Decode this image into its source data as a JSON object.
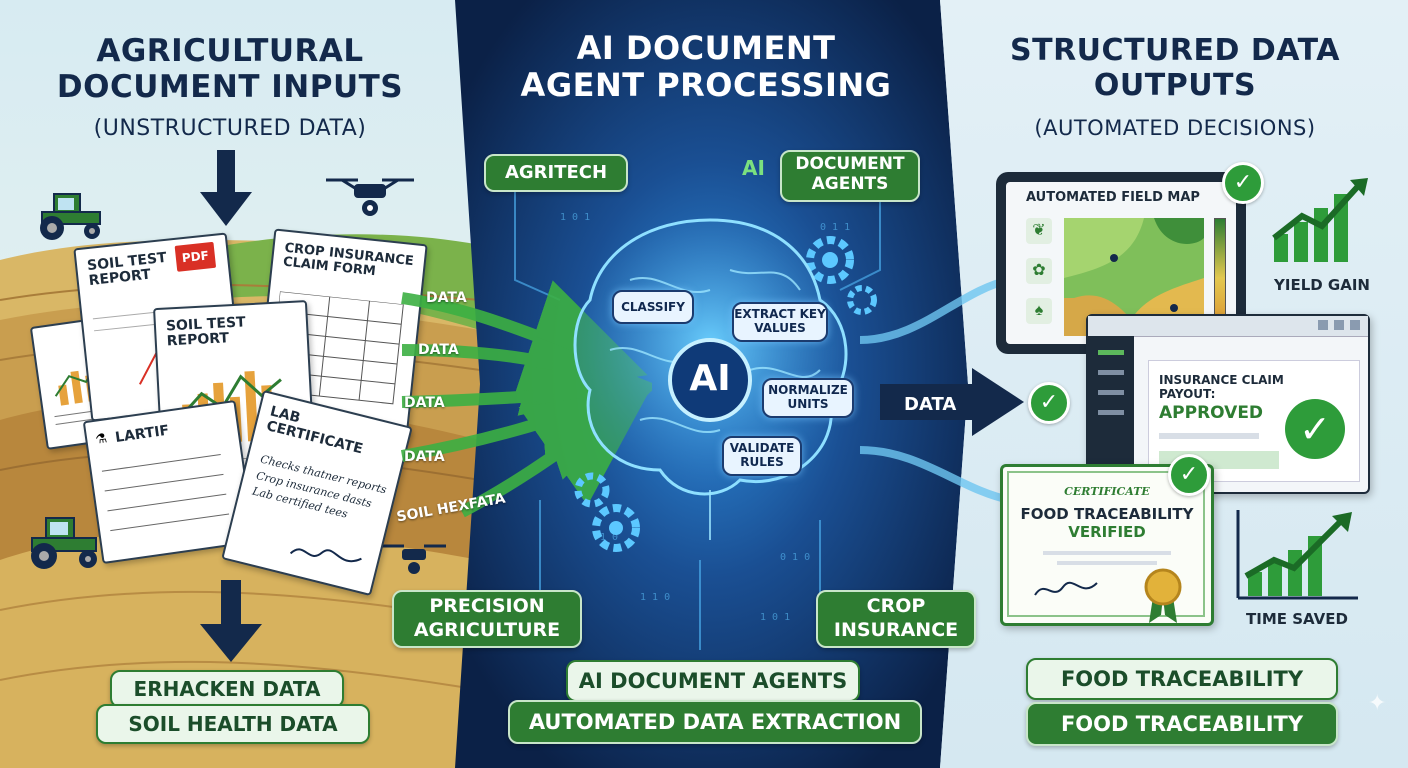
{
  "left": {
    "title_line1": "AGRICULTURAL",
    "title_line2": "DOCUMENT INPUTS",
    "subtitle": "(UNSTRUCTURED DATA)",
    "docs": {
      "soil_report_1": "SOIL TEST REPORT",
      "pdf_badge": "PDF",
      "soil_report_2": "SOIL TEST REPORT",
      "crop_claim": "CROP INSURANCE CLAIM FORM",
      "lab_certificate": "LAB CERTIFICATE",
      "lab_side": "LARTIF",
      "cert_note_1": "Checks thatner reports",
      "cert_note_2": "Crop insurance dasts",
      "cert_note_3": "Lab certified tees"
    },
    "data_tags": [
      "DATA",
      "DATA",
      "DATA",
      "DATA",
      "SOIL HEXFATA"
    ],
    "bottom_pills": [
      "ERHACKEN DATA",
      "SOIL HEALTH DATA"
    ]
  },
  "middle": {
    "title_line1": "AI DOCUMENT",
    "title_line2": "AGENT PROCESSING",
    "tag_agritech": "AGRITECH",
    "tag_ai": "AI",
    "tag_doc_agents": "DOCUMENT AGENTS",
    "core_label": "AI",
    "steps": [
      "CLASSIFY",
      "EXTRACT KEY VALUES",
      "NORMALIZE UNITS",
      "VALIDATE RULES"
    ],
    "tag_precision": "PRECISION AGRICULTURE",
    "tag_crop": "CROP INSURANCE",
    "bottom_pills": [
      "AI DOCUMENT AGENTS",
      "AUTOMATED DATA EXTRACTION"
    ]
  },
  "arrow_label": "DATA",
  "right": {
    "title_line1": "STRUCTURED DATA",
    "title_line2": "OUTPUTS",
    "subtitle": "(AUTOMATED DECISIONS)",
    "field_map": "AUTOMATED FIELD MAP",
    "yield_gain": "YIELD GAIN",
    "claim_line1": "INSURANCE CLAIM",
    "claim_line2": "PAYOUT:",
    "claim_status": "APPROVED",
    "cert_header": "CERTIFICATE",
    "cert_title": "FOOD TRACEABILITY",
    "cert_status": "VERIFIED",
    "time_saved": "TIME SAVED",
    "bottom_pills": [
      "FOOD TRACEABILITY",
      "FOOD TRACEABILITY"
    ]
  },
  "icons": [
    "tractor-icon",
    "drone-icon",
    "pdf-icon",
    "gear-icon",
    "brain-icon",
    "check-icon",
    "chart-up-icon",
    "seal-icon"
  ],
  "colors": {
    "navy": "#13294b",
    "green": "#2e7d32",
    "glow": "#3fb8ff",
    "field": "#d9b766",
    "sky": "#dcecf3"
  }
}
